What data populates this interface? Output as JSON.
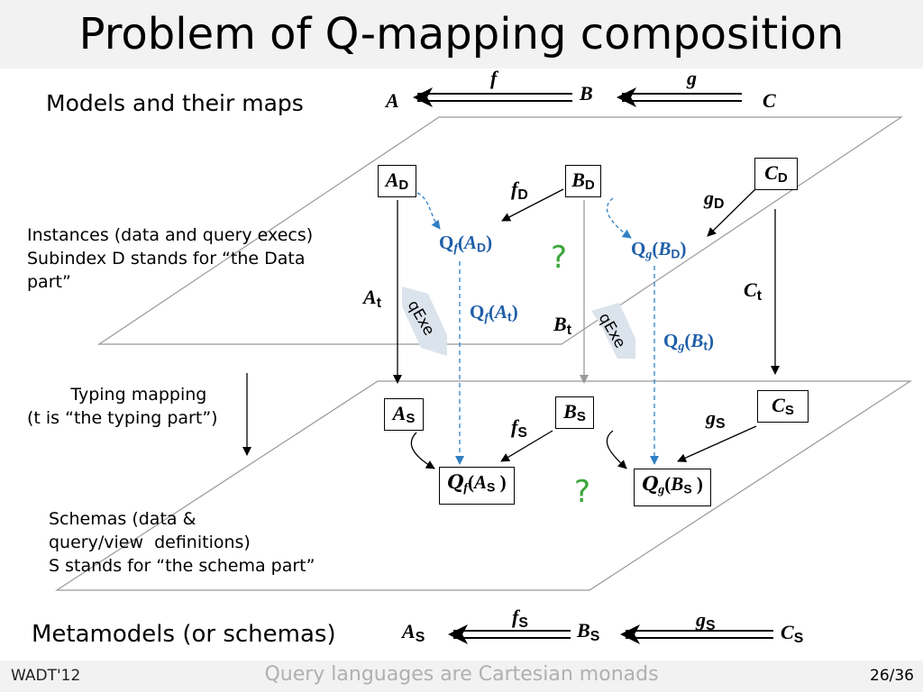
{
  "slide": {
    "title": "Problem of  Q-mapping composition",
    "labels": {
      "models": "Models and their maps",
      "instances": "Instances (data and query execs)\nSubindex D stands for “the Data\npart”",
      "typing": "        Typing mapping\n(t is “the typing part”)",
      "schemas": "Schemas (data &\nquery/view  definitions)\nS stands for “the schema part”",
      "metamodels": "Metamodels  (or schemas)"
    },
    "top_row": {
      "a": "A",
      "b": "B",
      "c": "C",
      "f": "f",
      "g": "g"
    },
    "bottom_row": {
      "a": "A",
      "a_sub": "S",
      "b": "B",
      "b_sub": "S",
      "c": "C",
      "c_sub": "S",
      "f": "f",
      "f_sub": "S",
      "g": "g",
      "g_sub": "S"
    },
    "instance_plane": {
      "ad": "A",
      "ad_sub": "D",
      "bd": "B",
      "bd_sub": "D",
      "cd": "C",
      "cd_sub": "D",
      "fd": "f",
      "fd_sub": "D",
      "gd": "g",
      "gd_sub": "D",
      "at": "A",
      "at_sub": "t",
      "bt": "B",
      "bt_sub": "t",
      "ct": "C",
      "ct_sub": "t",
      "qf_ad": {
        "q": "Q",
        "f": "f",
        "open": "(",
        "x": "A",
        "x_sub": "D",
        "close": ")"
      },
      "qg_bd": {
        "q": "Q",
        "g": "g",
        "open": "(",
        "x": "B",
        "x_sub": "D",
        "close": ")"
      },
      "qf_at": {
        "q": "Q",
        "f": "f",
        "open": "(",
        "x": "A",
        "x_sub": "t",
        "close": ")"
      },
      "qg_bt": {
        "q": "Q",
        "g": "g",
        "open": "(",
        "x": "B",
        "x_sub": "t",
        "close": ")"
      },
      "qexe": "qExe",
      "question": "?"
    },
    "schema_plane": {
      "as": "A",
      "as_sub": "S",
      "bs": "B",
      "bs_sub": "S",
      "cs": "C",
      "cs_sub": "S",
      "fs": "f",
      "fs_sub": "S",
      "gs": "g",
      "gs_sub": "S",
      "qf_as": {
        "q": "Q",
        "f": "f",
        "open": "(",
        "x": "A",
        "x_sub": "S",
        "close": " )"
      },
      "qg_bs": {
        "q": "Q",
        "g": "g",
        "open": "(",
        "x": "B",
        "x_sub": "S",
        "close": " )"
      },
      "question": "?"
    },
    "colors": {
      "query": "#1f5ea8",
      "question": "#3aa63a",
      "band": "#f2f2f2",
      "footer_center": "#b0b0b0"
    },
    "footer": {
      "left": "WADT'12",
      "center": "Query languages are Cartesian monads",
      "right": "26/36"
    }
  }
}
